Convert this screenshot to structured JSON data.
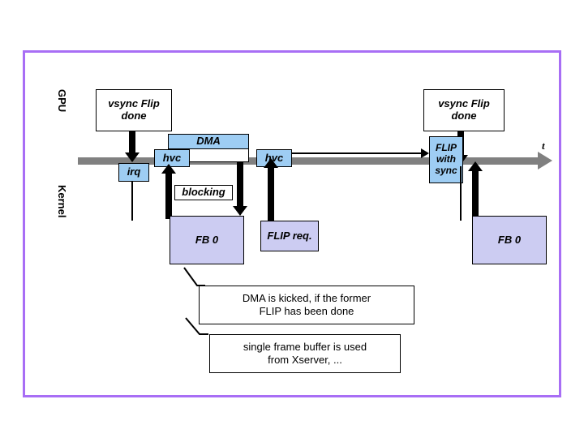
{
  "diagram": {
    "title_frame_color": "#a86ef5",
    "timeline_color": "#808080",
    "blue_fill": "#9ecdf3",
    "lavender_fill": "#ccccf2",
    "axis_label": "t",
    "lanes": {
      "top_label": "GPU",
      "bottom_label": "Kernel"
    },
    "gpu_events": [
      {
        "line1": "vsync",
        "line2": "Flip done"
      },
      {
        "line1": "vsync",
        "line2": "Flip done"
      }
    ],
    "markers": {
      "irq": "irq",
      "hvc_first": "hvc",
      "hvc_second": "hvc",
      "dma": "DMA",
      "flip_with_sync": [
        "FLIP",
        "with",
        "sync"
      ]
    },
    "kernel_items": {
      "blocking": "blocking",
      "fb_left": "FB 0",
      "fb_right": "FB 0",
      "flip_req": "FLIP req."
    },
    "notes": [
      {
        "line1": "DMA is kicked, if the former",
        "line2": "FLIP has been done"
      },
      {
        "line1": "single frame buffer is used",
        "line2": "from Xserver, ..."
      }
    ]
  }
}
